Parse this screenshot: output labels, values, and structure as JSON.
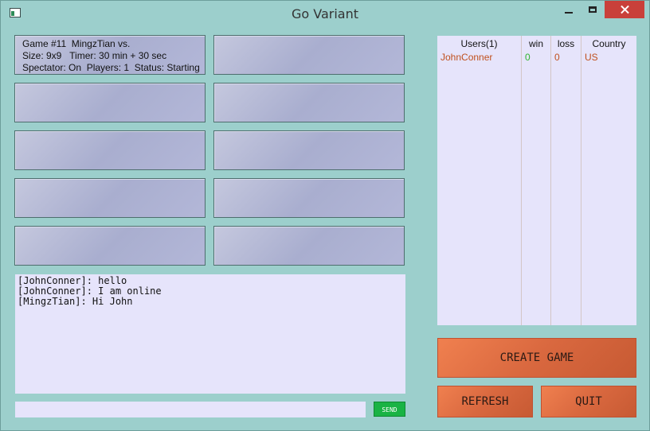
{
  "window": {
    "title": "Go Variant"
  },
  "games": [
    {
      "line1": "Game #11  MingzTian vs.",
      "line2": "Size: 9x9   Timer: 30 min + 30 sec",
      "line3": "Spectator: On  Players: 1  Status: Starting"
    },
    {
      "line1": "",
      "line2": "",
      "line3": ""
    },
    {
      "line1": "",
      "line2": "",
      "line3": ""
    },
    {
      "line1": "",
      "line2": "",
      "line3": ""
    },
    {
      "line1": "",
      "line2": "",
      "line3": ""
    },
    {
      "line1": "",
      "line2": "",
      "line3": ""
    },
    {
      "line1": "",
      "line2": "",
      "line3": ""
    },
    {
      "line1": "",
      "line2": "",
      "line3": ""
    },
    {
      "line1": "",
      "line2": "",
      "line3": ""
    },
    {
      "line1": "",
      "line2": "",
      "line3": ""
    }
  ],
  "chat": {
    "messages": [
      "[JohnConner]: hello",
      "[JohnConner]: I am online",
      "[MingzTian]: Hi John"
    ],
    "input_value": "",
    "send_label": "SEND"
  },
  "users": {
    "headers": [
      "Users(1)",
      "win",
      "loss",
      "Country"
    ],
    "rows": [
      {
        "name": "JohnConner",
        "win": "0",
        "loss": "0",
        "country": "US"
      }
    ],
    "colors": {
      "name": "#c0501e",
      "win": "#2fb52f",
      "loss": "#c0501e",
      "country": "#c0501e"
    }
  },
  "actions": {
    "create_game": "CREATE GAME",
    "refresh": "REFRESH",
    "quit": "QUIT"
  }
}
